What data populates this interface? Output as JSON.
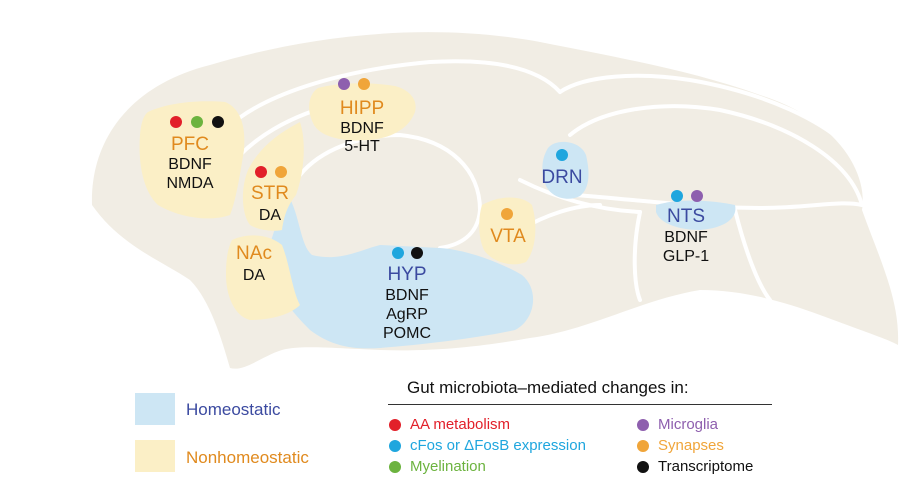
{
  "colors": {
    "brain": "#f1ede4",
    "brain_line": "#ffffff",
    "homeostatic": "#cde6f4",
    "nonhomeostatic": "#fbefc6",
    "blue_text": "#3b4aa0",
    "orange_text": "#e08a1e",
    "red": "#e2202a",
    "cyan": "#1fa6de",
    "green": "#6cb33f",
    "purple": "#8e5fae",
    "orange": "#f0a53a",
    "black": "#111111"
  },
  "regions": {
    "pfc": {
      "name": "PFC",
      "lines": [
        "BDNF",
        "NMDA"
      ],
      "kind": "nonhomeostatic",
      "markers": [
        "red",
        "green",
        "black"
      ]
    },
    "str": {
      "name": "STR",
      "lines": [
        "DA"
      ],
      "kind": "nonhomeostatic",
      "markers": [
        "red",
        "orange"
      ]
    },
    "nac": {
      "name": "NAc",
      "lines": [
        "DA"
      ],
      "kind": "nonhomeostatic",
      "markers": []
    },
    "hipp": {
      "name": "HIPP",
      "lines": [
        "BDNF",
        "5-HT"
      ],
      "kind": "nonhomeostatic",
      "markers": [
        "purple",
        "orange"
      ]
    },
    "hyp": {
      "name": "HYP",
      "lines": [
        "BDNF",
        "AgRP",
        "POMC"
      ],
      "kind": "homeostatic",
      "markers": [
        "cyan",
        "black"
      ]
    },
    "vta": {
      "name": "VTA",
      "lines": [],
      "kind": "nonhomeostatic",
      "markers": [
        "orange"
      ]
    },
    "drn": {
      "name": "DRN",
      "lines": [],
      "kind": "homeostatic",
      "markers": [
        "cyan"
      ]
    },
    "nts": {
      "name": "NTS",
      "lines": [
        "BDNF",
        "GLP-1"
      ],
      "kind": "homeostatic",
      "markers": [
        "cyan",
        "purple"
      ]
    }
  },
  "legend": {
    "homeostatic_label": "Homeostatic",
    "nonhomeostatic_label": "Nonhomeostatic",
    "title": "Gut microbiota–mediated changes in:",
    "items": [
      {
        "label": "AA metabolism",
        "color": "red"
      },
      {
        "label": "cFos or ΔFosB expression",
        "color": "cyan"
      },
      {
        "label": "Myelination",
        "color": "green"
      },
      {
        "label": "Microglia",
        "color": "purple"
      },
      {
        "label": "Synapses",
        "color": "orange"
      },
      {
        "label": "Transcriptome",
        "color": "black"
      }
    ]
  }
}
